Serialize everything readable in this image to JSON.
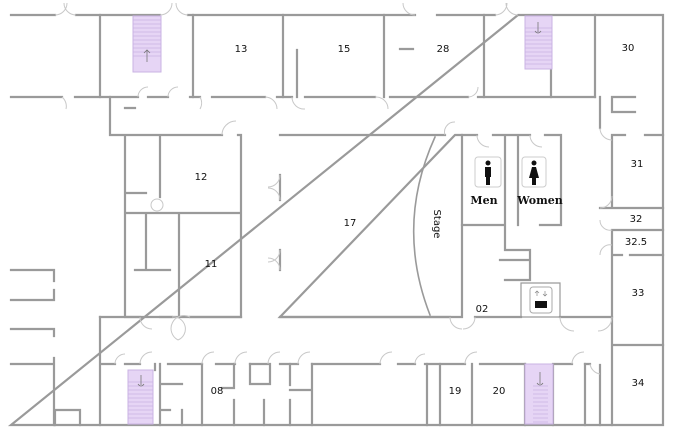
{
  "floor_plan": {
    "rooms": {
      "r13": "13",
      "r15": "15",
      "r28": "28",
      "r30": "30",
      "r12": "12",
      "r11": "11",
      "r17": "17",
      "stage": "Stage",
      "r31": "31",
      "r32": "32",
      "r32_5": "32.5",
      "r33": "33",
      "r34": "34",
      "r02": "02",
      "r08": "08",
      "r19": "19",
      "r20": "20"
    },
    "restrooms": {
      "men": "Men",
      "women": "Women"
    },
    "icons": [
      "stairs-icon",
      "men-restroom-icon",
      "women-restroom-icon",
      "elevator-icon"
    ],
    "colors": {
      "wall": "#9a9a9a",
      "stairs": "#e6d5f5"
    }
  }
}
